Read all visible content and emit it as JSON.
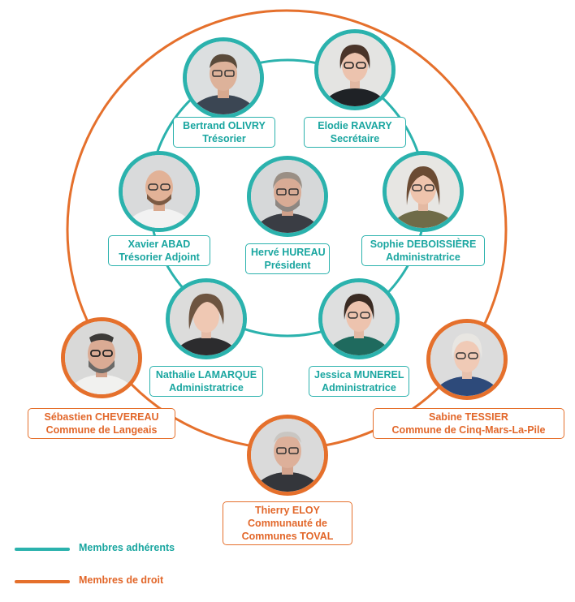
{
  "colors": {
    "teal": "#2bb2ad",
    "orange": "#e5702c"
  },
  "members": {
    "bertrand": {
      "name": "Bertrand OLIVRY",
      "role": "Trésorier"
    },
    "elodie": {
      "name": "Elodie RAVARY",
      "role": "Secrétaire"
    },
    "xavier": {
      "name": "Xavier ABAD",
      "role": "Trésorier Adjoint"
    },
    "herve": {
      "name": "Hervé HUREAU",
      "role": "Président"
    },
    "sophie": {
      "name": "Sophie DEBOISSIÈRE",
      "role": "Administratrice"
    },
    "nathalie": {
      "name": "Nathalie LAMARQUE",
      "role": "Administratrice"
    },
    "jessica": {
      "name": "Jessica MUNEREL",
      "role": "Administratrice"
    },
    "sebastien": {
      "name": "Sébastien CHEVEREAU",
      "role": "Commune de Langeais"
    },
    "sabine": {
      "name": "Sabine TESSIER",
      "role": "Commune de Cinq-Mars-La-Pile"
    },
    "thierry": {
      "name": "Thierry ELOY",
      "role_lines": [
        "Communauté de",
        "Communes TOVAL"
      ]
    }
  },
  "legend": {
    "adherents": "Membres adhérents",
    "droit": "Membres de droit"
  }
}
